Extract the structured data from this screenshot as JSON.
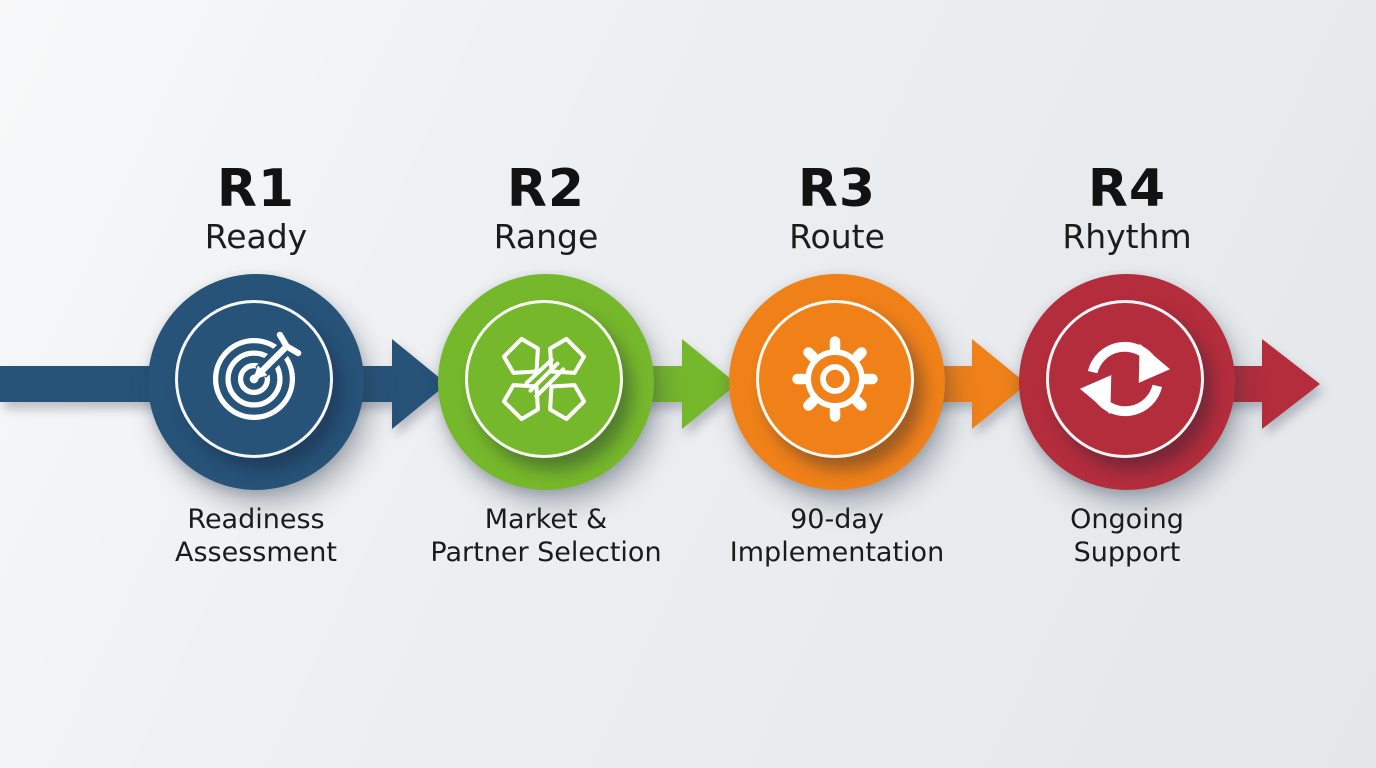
{
  "background": {
    "color": "#edeff1"
  },
  "text_color": "#191919",
  "icon_color": "#ffffff",
  "steps": [
    {
      "code": "R1",
      "title": "Ready",
      "description": [
        "Readiness",
        "Assessment"
      ],
      "color": "#275379",
      "icon": "target-icon"
    },
    {
      "code": "R2",
      "title": "Range",
      "description": [
        "Market &",
        "Partner Selection"
      ],
      "color": "#76b82b",
      "icon": "teamwork-hands-icon"
    },
    {
      "code": "R3",
      "title": "Route",
      "description": [
        "90-day",
        "Implementation"
      ],
      "color": "#f08119",
      "icon": "gear-icon"
    },
    {
      "code": "R4",
      "title": "Rhythm",
      "description": [
        "Ongoing",
        "Support"
      ],
      "color": "#b42d3c",
      "icon": "refresh-arrows-icon"
    }
  ]
}
